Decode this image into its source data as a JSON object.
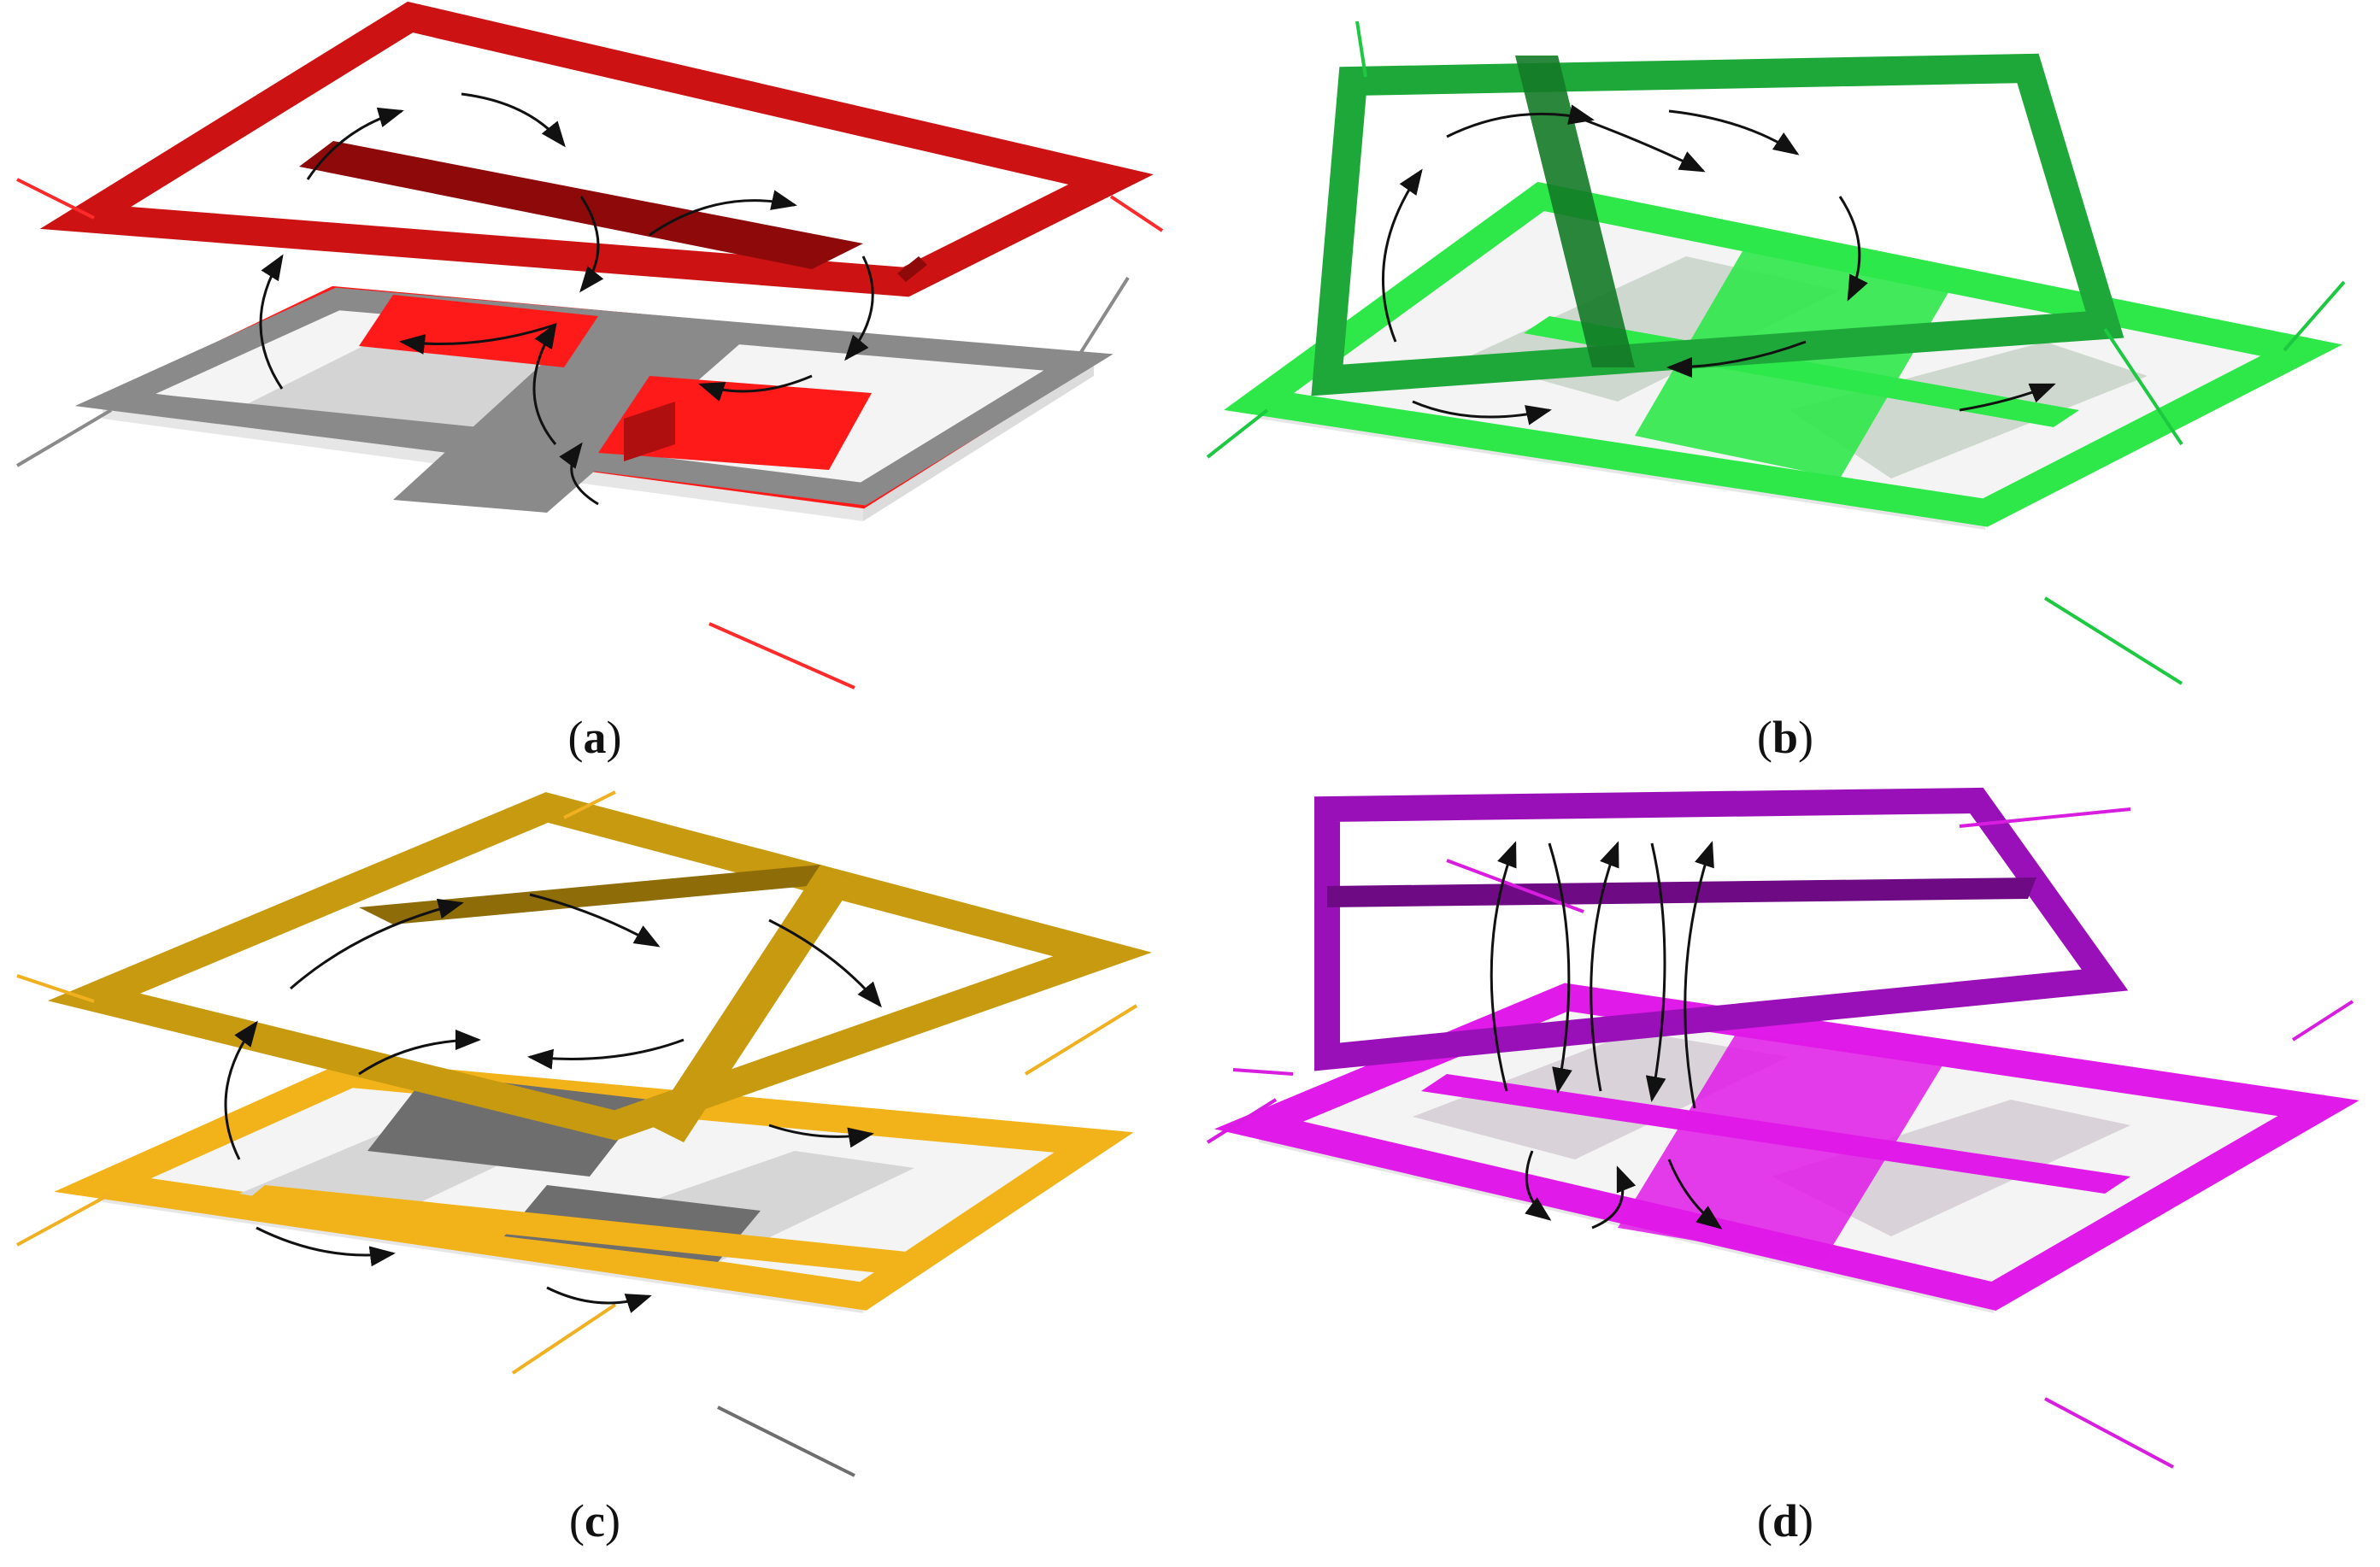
{
  "panels": [
    {
      "id": "a",
      "caption_open": "(",
      "caption_letter": "a",
      "caption_close": ")",
      "top_color": "#cc1212",
      "top_dark": "#8e0a0a",
      "bottom_color": "#8a8a8a",
      "bottom_accent": "#ff1a1a",
      "lead_color": "#ff2a2a"
    },
    {
      "id": "b",
      "caption_open": "(",
      "caption_letter": "b",
      "caption_close": ")",
      "top_color": "#1fa83a",
      "top_dark": "#137a27",
      "bottom_color": "#2ee84a",
      "bottom_accent": "#22d83e",
      "lead_color": "#1cc940"
    },
    {
      "id": "c",
      "caption_open": "(",
      "caption_letter": "c",
      "caption_close": ")",
      "top_color": "#c89a10",
      "top_dark": "#8e6c08",
      "bottom_color": "#f2b31a",
      "bottom_accent": "#6e6e6e",
      "lead_color": "#f0b020"
    },
    {
      "id": "d",
      "caption_open": "(",
      "caption_letter": "d",
      "caption_close": ")",
      "top_color": "#9a10b8",
      "top_dark": "#6e0b84",
      "bottom_color": "#e01ae8",
      "bottom_accent": "#c814d2",
      "lead_color": "#d81ce0"
    }
  ]
}
